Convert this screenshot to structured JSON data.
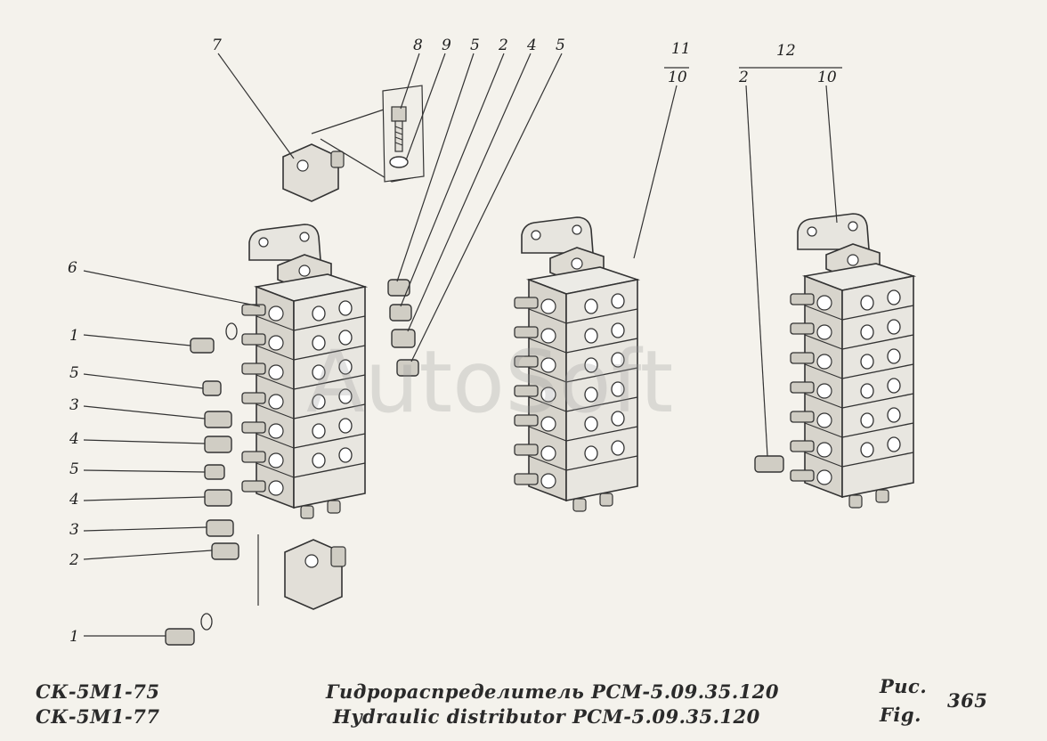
{
  "title_ru": "Гидрораспределитель РСМ-5.09.35.120",
  "title_en": "Hydraulic distributor РСМ-5.09.35.120",
  "models": [
    "СК-5М1-75",
    "СК-5М1-77"
  ],
  "figure_label_ru": "Рис.",
  "figure_label_en": "Fig.",
  "figure_number": "365",
  "watermark": "AutoSoft",
  "callouts": {
    "c7": "7",
    "c8": "8",
    "c9": "9",
    "c5a": "5",
    "c2a": "2",
    "c4a": "4",
    "c5b": "5",
    "c11": "11",
    "c10a": "10",
    "c12": "12",
    "c2b": "2",
    "c10b": "10",
    "c6": "6",
    "c1a": "1",
    "c5c": "5",
    "c3a": "3",
    "c4b": "4",
    "c5d": "5",
    "c4c": "4",
    "c3b": "3",
    "c2c": "2",
    "c1b": "1"
  }
}
